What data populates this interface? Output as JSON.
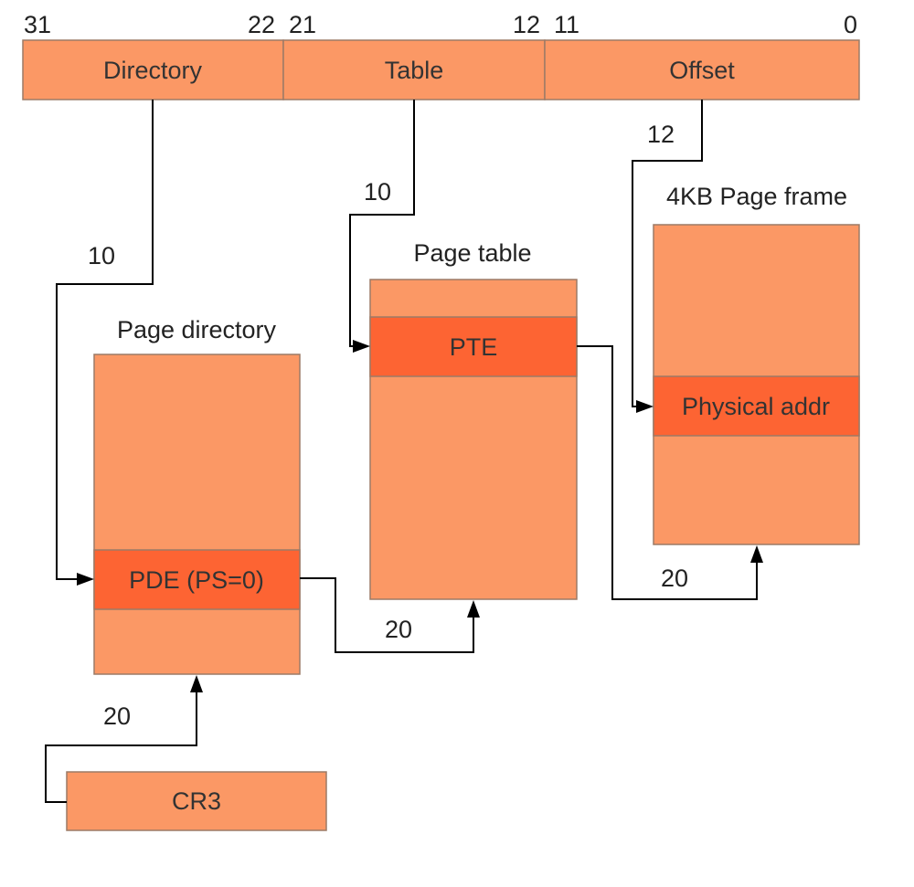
{
  "bit_labels": {
    "b31": "31",
    "b22": "22",
    "b21": "21",
    "b12": "12",
    "b11": "11",
    "b0": "0"
  },
  "address_fields": {
    "directory": "Directory",
    "table": "Table",
    "offset": "Offset"
  },
  "structures": {
    "page_directory": {
      "title": "Page directory",
      "entry": "PDE (PS=0)"
    },
    "page_table": {
      "title": "Page table",
      "entry": "PTE"
    },
    "page_frame": {
      "title": "4KB Page frame",
      "entry": "Physical addr"
    },
    "cr3": "CR3"
  },
  "bit_widths": {
    "directory_index": "10",
    "table_index": "10",
    "offset_bits": "12",
    "cr3_to_pd": "20",
    "pde_to_pt": "20",
    "pte_to_frame": "20"
  },
  "colors": {
    "field_fill": "#fb9865",
    "entry_fill": "#fd6433",
    "border": "#9c7a66",
    "connector": "#000000"
  }
}
